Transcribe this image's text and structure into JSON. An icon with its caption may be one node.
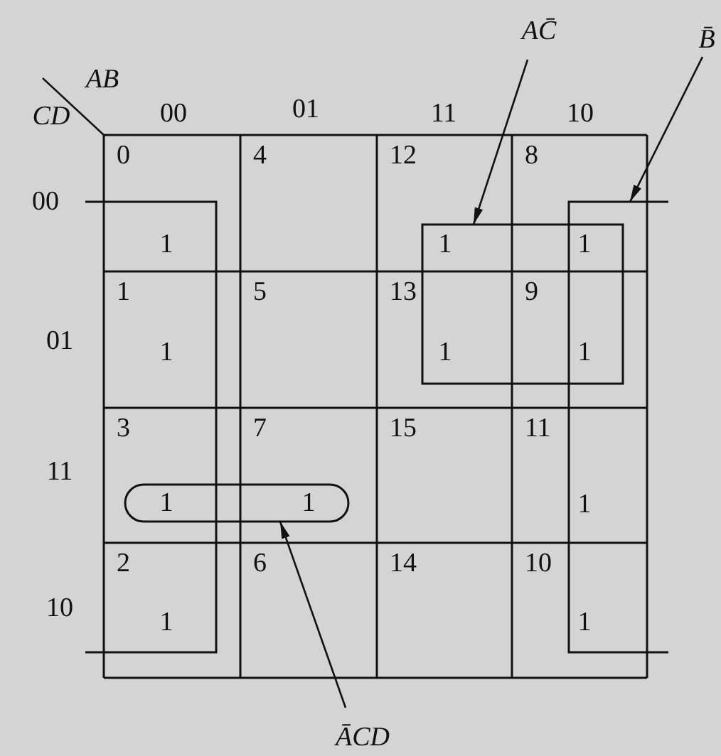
{
  "diagram": {
    "nodes": [
      {
        "text": [
          "AC̄"
        ]
      },
      {
        "text": [],
        "shape": "box"
      },
      {
        "text": [
          "B̄"
        ]
      },
      {
        "text": [],
        "shape": "bracket"
      },
      {
        "text": [],
        "shape": "box"
      },
      {
        "text": [
          "ĀCD"
        ]
      }
    ],
    "edges": [
      {
        "from": 0,
        "to": 1,
        "arrow": "to"
      },
      {
        "from": 2,
        "to": 3,
        "arrow": "to"
      },
      {
        "from": 5,
        "to": 4,
        "arrow": "to"
      }
    ],
    "labels": [
      "AB",
      "CD",
      "00",
      "01",
      "11",
      "10",
      "00",
      "0",
      "1",
      "4",
      "12",
      "1",
      "8",
      "1",
      "01",
      "1",
      "1",
      "5",
      "13",
      "1",
      "9",
      "1",
      "11",
      "3",
      "1",
      "7",
      "1",
      "15",
      "11",
      "1",
      "10",
      "2",
      "1",
      "6",
      "14",
      "10",
      "1"
    ]
  }
}
